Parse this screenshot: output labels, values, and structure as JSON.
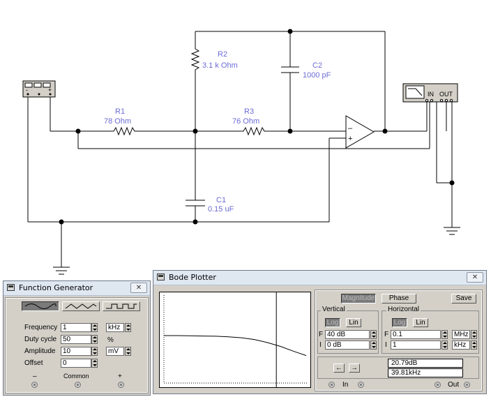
{
  "circuit": {
    "r1": {
      "name": "R1",
      "value": "78  Ohm"
    },
    "r2": {
      "name": "R2",
      "value": "3.1 k Ohm"
    },
    "r3": {
      "name": "R3",
      "value": "76  Ohm"
    },
    "c1": {
      "name": "C1",
      "value": "0.15 uF"
    },
    "c2": {
      "name": "C2",
      "value": "1000 pF"
    },
    "fg_terminals": {
      "minus": "-",
      "common": "o",
      "plus": "+"
    },
    "bode_in": "IN",
    "bode_out": "OUT"
  },
  "function_generator": {
    "title": "Function Generator",
    "waveforms": [
      "sine",
      "triangle",
      "square"
    ],
    "frequency": {
      "label": "Frequency",
      "value": "1",
      "unit": "kHz"
    },
    "duty_cycle": {
      "label": "Duty cycle",
      "value": "50",
      "unit": "%"
    },
    "amplitude": {
      "label": "Amplitude",
      "value": "10",
      "unit": "mV"
    },
    "offset": {
      "label": "Offset",
      "value": "0"
    },
    "terminals": {
      "minus": "–",
      "common": "Common",
      "plus": "+"
    }
  },
  "bode_plotter": {
    "title": "Bode Plotter",
    "magnitude_label": "Magnitude",
    "phase_label": "Phase",
    "save_label": "Save",
    "vertical": {
      "title": "Vertical",
      "log_label": "Log",
      "lin_label": "Lin",
      "final_prefix": "F",
      "final_value": "40 dB",
      "initial_prefix": "I",
      "initial_value": "0 dB"
    },
    "horizontal": {
      "title": "Horizontal",
      "log_label": "Log",
      "lin_label": "Lin",
      "final_prefix": "F",
      "final_value": "0.1",
      "final_unit": "MHz",
      "initial_prefix": "I",
      "initial_value": "1",
      "initial_unit": "kHz"
    },
    "readout_db": "20.79dB",
    "readout_freq": "39.81kHz",
    "left_arrow": "←",
    "right_arrow": "→",
    "in_label": "In",
    "out_label": "Out",
    "cursor_position": 0.79,
    "curve_db": [
      21.6,
      21.6,
      21.5,
      21.4,
      21.3,
      21.0,
      20.6,
      19.8,
      18.4,
      16.7,
      14.5,
      12.5
    ]
  }
}
